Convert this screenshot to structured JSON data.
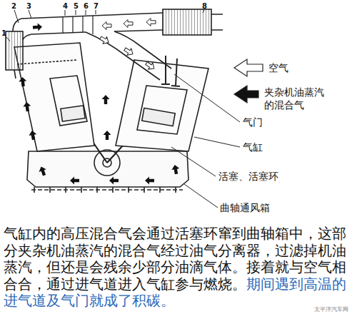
{
  "diagram": {
    "caption": "气缸内的高压混合气会通过活塞环窜到曲轴箱中，这部分夹杂机油蒸汽的混合气经过油气分离器，过滤掉机油蒸汽，但还是会残余少部分油滴气体。接着就与空气相合合，通过进气道进入气缸参与燃烧。",
    "labels": [
      "1",
      "2",
      "3",
      "4",
      "5",
      "6",
      "7",
      "8",
      "气门",
      "气缸",
      "活塞、活塞环",
      "曲轴通风箱",
      "期间遇到高温的进气道及气门就成了积碳。",
      "太平洋汽车网"
    ],
    "legend": [
      {
        "text": "空气"
      },
      {
        "text": "夹杂机油蒸汽的混合气"
      }
    ]
  }
}
